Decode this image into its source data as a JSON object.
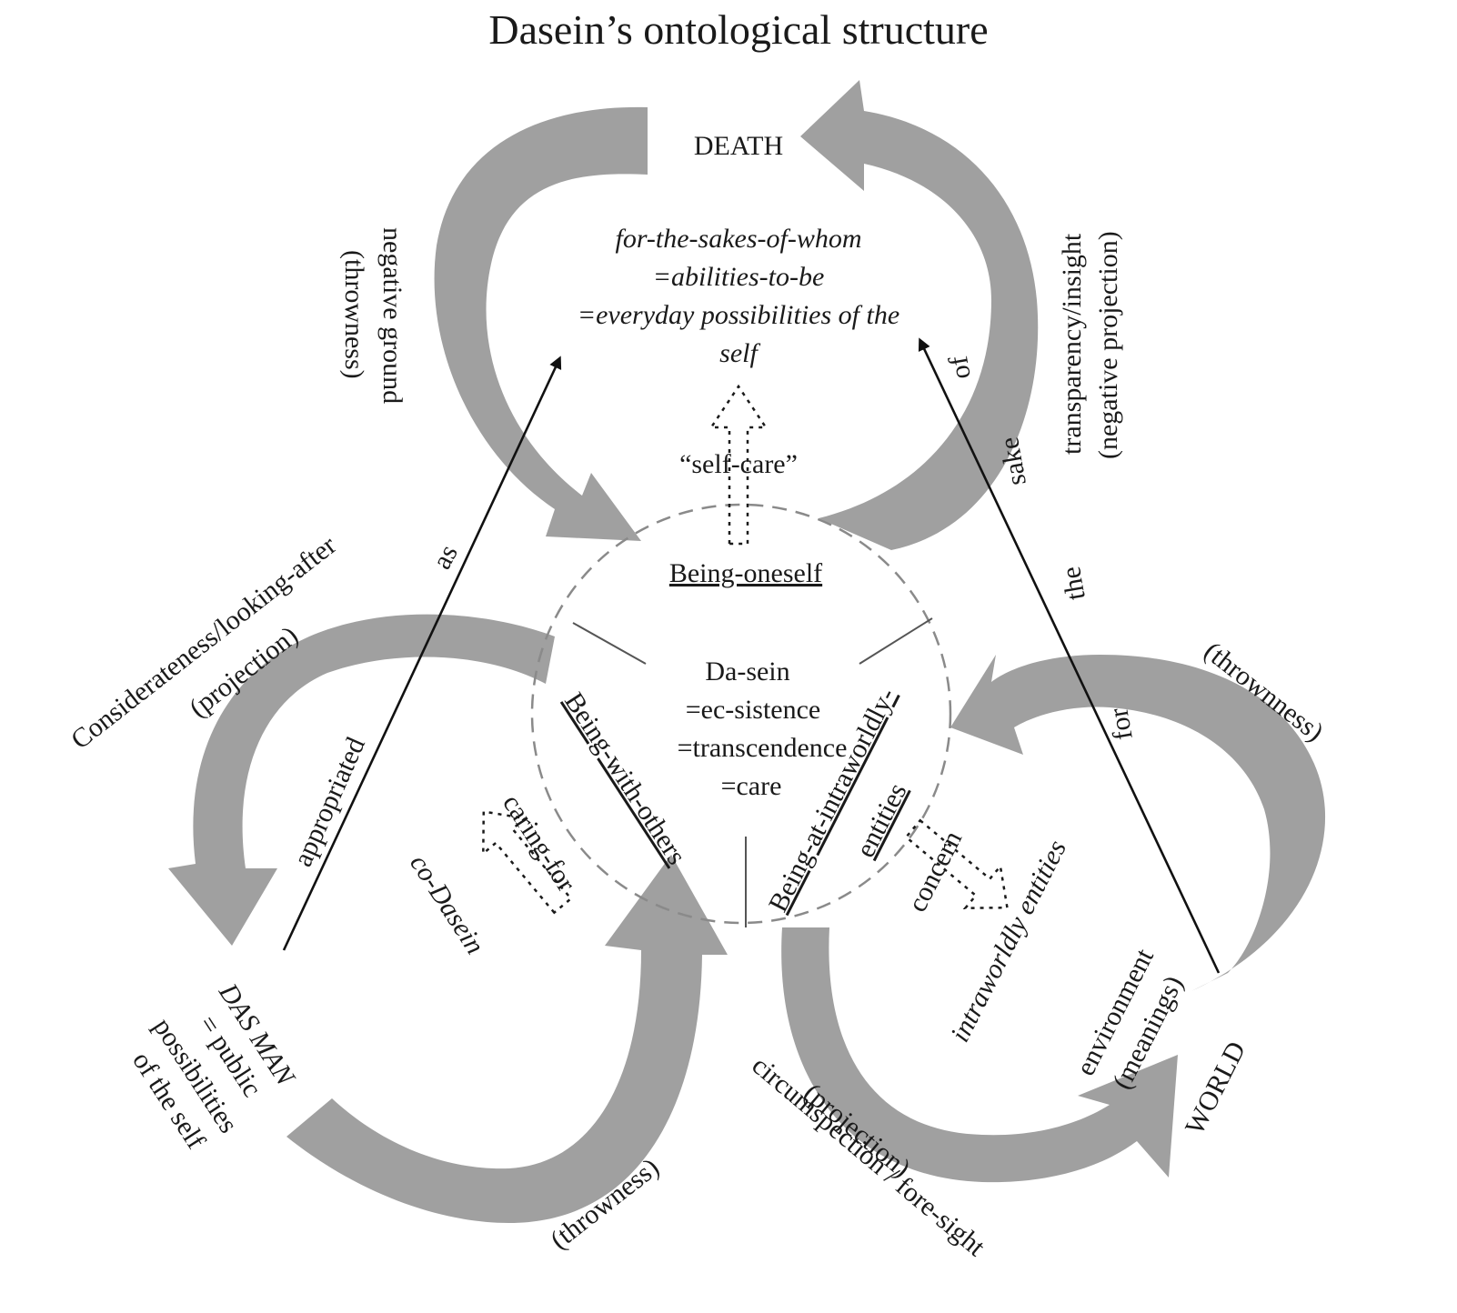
{
  "title": "Dasein’s ontological structure",
  "center": {
    "dasein": "Da-sein",
    "ecsistence": "=ec-sistence",
    "transcendence": "=transcendence",
    "care": "=care",
    "being_oneself": "Being-oneself",
    "being_with_others": "Being-with-others",
    "being_at_1": "Being-at-intraworldly-",
    "being_at_2": "entities"
  },
  "top": {
    "death": "DEATH",
    "line1": "for-the-sakes-of-whom",
    "line2": "=abilities-to-be",
    "line3": "=everyday possibilities of the",
    "line4": "self",
    "self_care": "“self-care”",
    "left_1": "negative ground",
    "left_2": "(throwness)",
    "right_1": "transparency/insight",
    "right_2": "(negative projection)"
  },
  "left": {
    "consider_1": "Considerateness/looking-after",
    "consider_2": "(projection)",
    "appropriated": "appropriated",
    "as": "as",
    "caring_for": "caring-for",
    "co_dasein": "co-Dasein",
    "das_man": "DAS MAN",
    "public": "= public",
    "possibilities": "possibilities",
    "of_the_self": "of the self",
    "throwness": "(throwness)"
  },
  "right": {
    "throwness": "(thrownness)",
    "concern": "concern",
    "intraworldly": "intraworldly entities",
    "environment": "environment",
    "meanings": "(meanings)",
    "world": "WORLD",
    "circ_1": "circumspection / fore-sight",
    "circ_2": "(projection)",
    "for": "for",
    "the": "the",
    "sake": "sake",
    "of": "of"
  }
}
